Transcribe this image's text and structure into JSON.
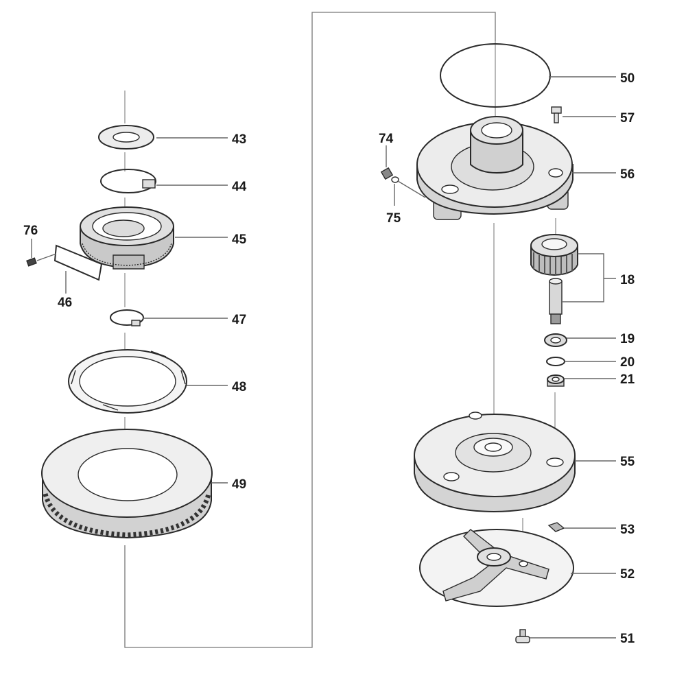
{
  "labels": {
    "p43": "43",
    "p44": "44",
    "p45": "45",
    "p76": "76",
    "p46": "46",
    "p47": "47",
    "p48": "48",
    "p49": "49",
    "p50": "50",
    "p57": "57",
    "p74": "74",
    "p56": "56",
    "p75": "75",
    "p18": "18",
    "p19": "19",
    "p20": "20",
    "p21": "21",
    "p55": "55",
    "p53": "53",
    "p52": "52",
    "p51": "51"
  },
  "colors": {
    "line": "#666666",
    "part_stroke": "#2a2a2a",
    "part_fill": "#eeeeee",
    "dark_fill": "#555555"
  }
}
